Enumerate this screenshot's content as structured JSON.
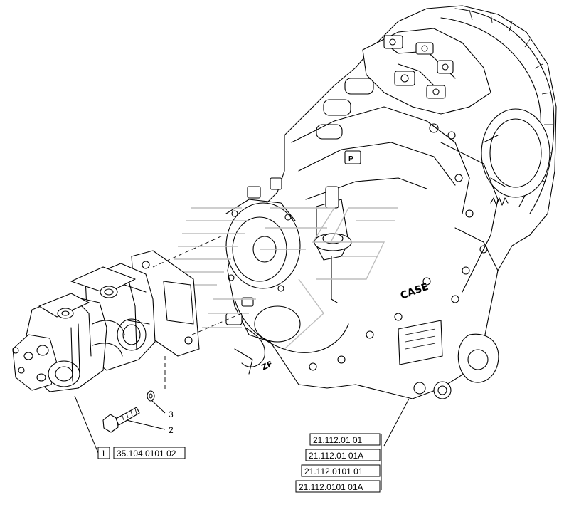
{
  "callouts": {
    "item_3": "3",
    "item_2": "2",
    "item_1": "1"
  },
  "pump_reference": "35.104.0101 02",
  "transmission_references": [
    "21.112.01 01",
    "21.112.01 01A",
    "21.112.0101 01",
    "21.112.0101 01A"
  ],
  "colors": {
    "line": "#000000",
    "background": "#ffffff",
    "watermark": "#bdbdbd"
  }
}
